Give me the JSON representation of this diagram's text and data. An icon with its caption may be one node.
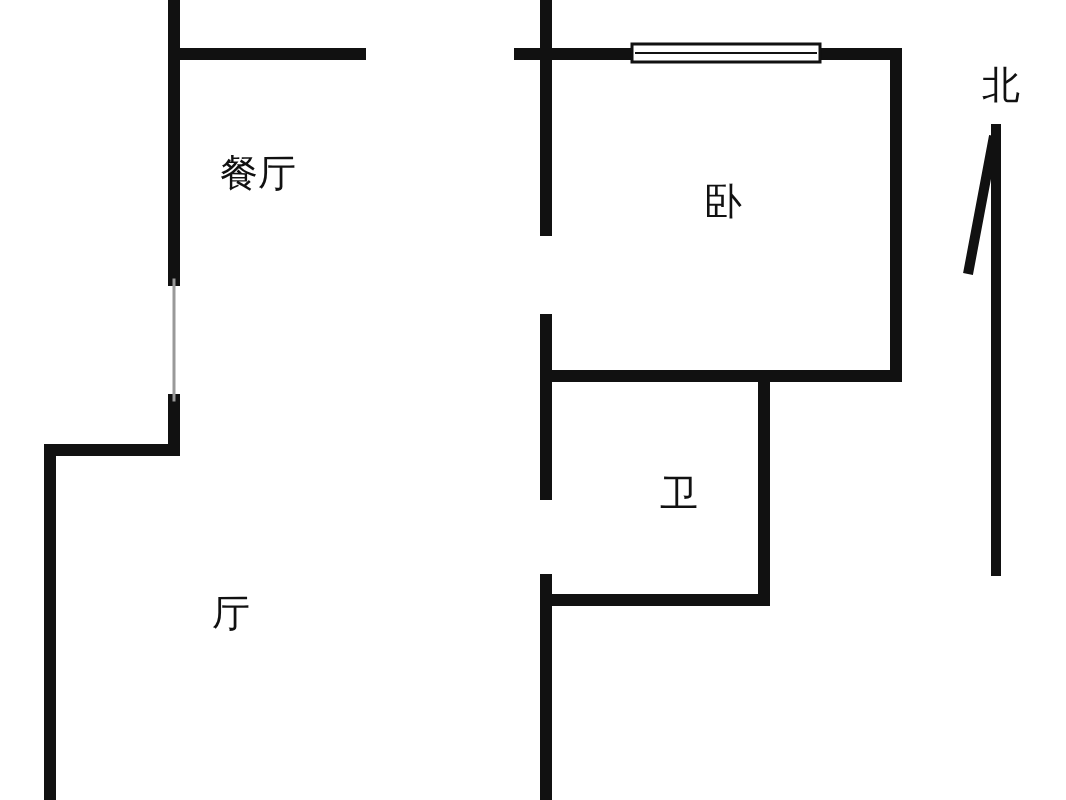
{
  "diagram": {
    "labels": [
      "餐厅",
      "卧",
      "卫",
      "厅",
      "北"
    ]
  }
}
